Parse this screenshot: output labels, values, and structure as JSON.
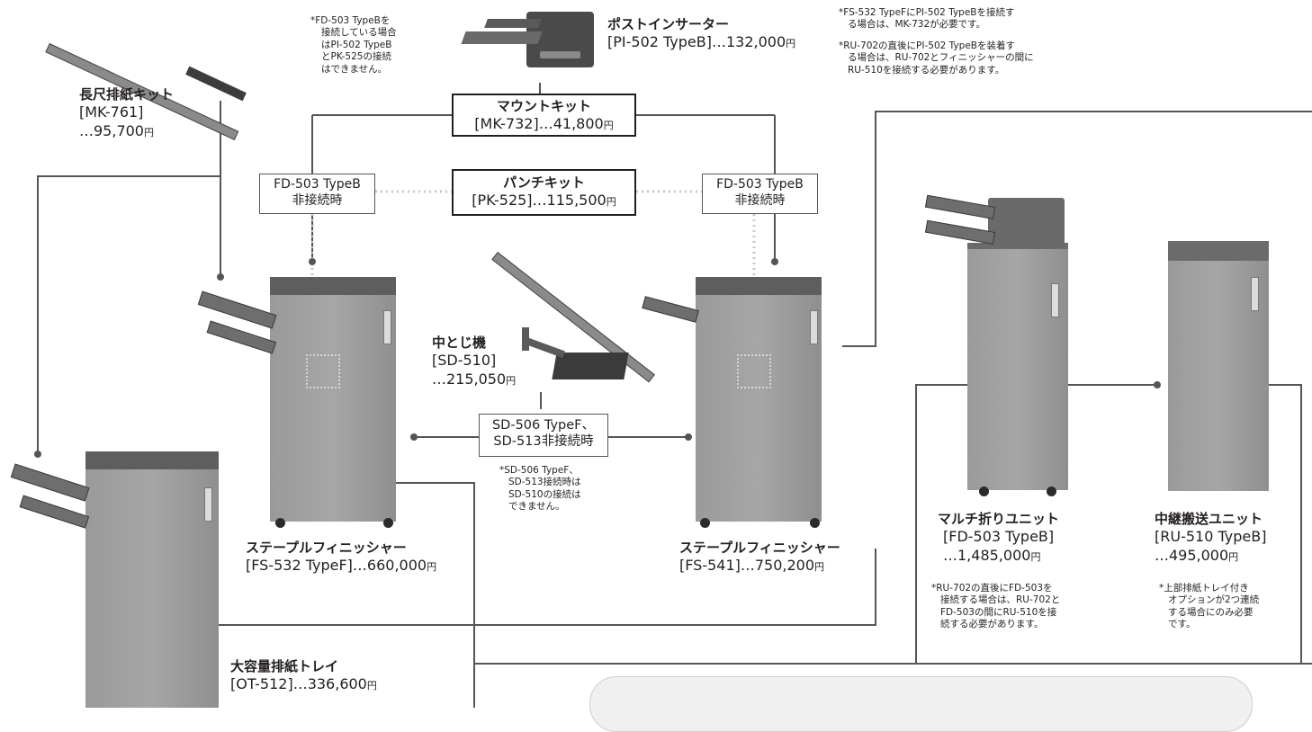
{
  "colors": {
    "line": "#555555",
    "dotted": "#cccccc",
    "cabinet": "#a0a0a0",
    "text": "#231f20"
  },
  "long_tray_kit": {
    "name": "長尺排紙キット",
    "code": "[MK-761]",
    "price": "…95,700",
    "yen": "円"
  },
  "post_inserter": {
    "name": "ポストインサーター",
    "code": "[PI-502 TypeB]…132,000",
    "yen": "円",
    "note": [
      "*FD-503 TypeBを",
      "接続している場合",
      "はPI-502 TypeB",
      "とPK-525の接続",
      "はできません。"
    ]
  },
  "top_right_notes": {
    "note1": [
      "*FS-532 TypeFにPI-502 TypeBを接続す",
      "る場合は、MK-732が必要です。"
    ],
    "note2": [
      "*RU-702の直後にPI-502 TypeBを装着す",
      "る場合は、RU-702とフィニッシャーの間に",
      "RU-510を接続する必要があります。"
    ]
  },
  "mount_kit": {
    "name": "マウントキット",
    "code": "[MK-732]…41,800",
    "yen": "円"
  },
  "punch_kit": {
    "name": "パンチキット",
    "code": "[PK-525]…115,500",
    "yen": "円"
  },
  "fd_box_left": [
    "FD-503 TypeB",
    "非接続時"
  ],
  "fd_box_right": [
    "FD-503 TypeB",
    "非接続時"
  ],
  "saddle_stitcher": {
    "name": "中とじ機",
    "code": "[SD-510]",
    "price": "…215,050",
    "yen": "円",
    "note": [
      "*SD-506 TypeF、",
      "SD-513接続時は",
      "SD-510の接続は",
      "できません。"
    ]
  },
  "sd_box": [
    "SD-506 TypeF、",
    "SD-513非接続時"
  ],
  "finisher_left": {
    "name": "ステープルフィニッシャー",
    "code": "[FS-532 TypeF]…660,000",
    "yen": "円"
  },
  "finisher_right": {
    "name": "ステープルフィニッシャー",
    "code": "[FS-541]…750,200",
    "yen": "円"
  },
  "multi_fold": {
    "name": "マルチ折りユニット",
    "code": "[FD-503 TypeB]",
    "price": "…1,485,000",
    "yen": "円",
    "note": [
      "*RU-702の直後にFD-503を",
      "接続する場合は、RU-702と",
      "FD-503の間にRU-510を接",
      "続する必要があります。"
    ]
  },
  "relay_unit": {
    "name": "中継搬送ユニット",
    "code": "[RU-510 TypeB]",
    "price": "…495,000",
    "yen": "円",
    "note": [
      "*上部排紙トレイ付き",
      "オプションが2つ連続",
      "する場合にのみ必要",
      "です。"
    ]
  },
  "large_tray": {
    "name": "大容量排紙トレイ",
    "code": "[OT-512]…336,600",
    "yen": "円"
  }
}
